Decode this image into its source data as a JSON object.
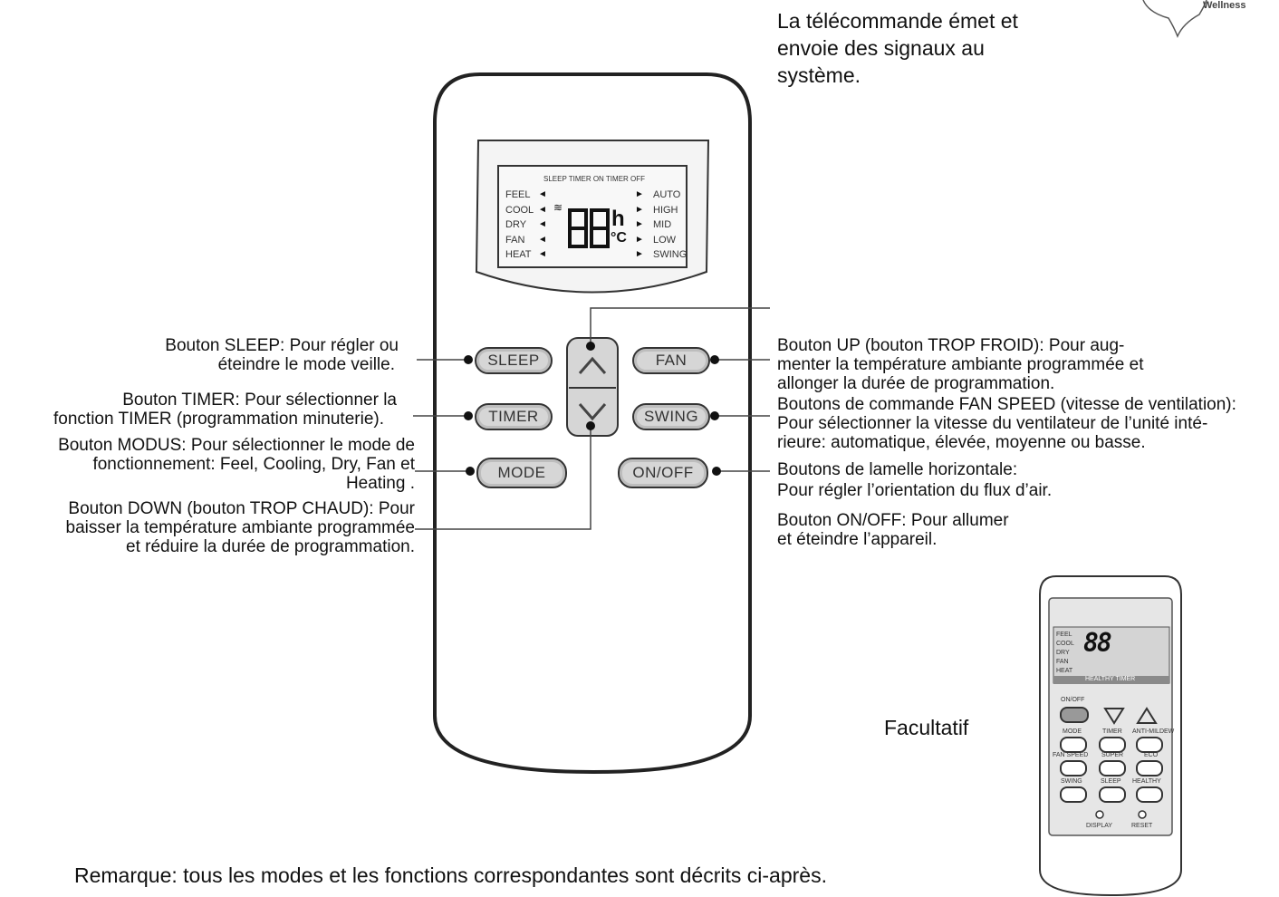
{
  "header": {
    "line1": "La télécommande émet et",
    "line2": "envoie des signaux au",
    "line3": "système.",
    "logo_text": "Wellness"
  },
  "left_labels": {
    "sleep": [
      "Bouton SLEEP: Pour régler ou",
      "éteindre le mode veille."
    ],
    "timer": [
      "Bouton TIMER: Pour sélectionner la",
      "fonction TIMER (programmation minuterie)."
    ],
    "mode": [
      "Bouton MODUS: Pour sélectionner le mode de",
      "fonctionnement: Feel, Cooling, Dry, Fan et",
      "Heating ."
    ],
    "down": [
      "Bouton DOWN (bouton TROP CHAUD): Pour",
      "baisser la température ambiante programmée",
      "et réduire la durée de programmation."
    ]
  },
  "right_labels": {
    "up": [
      "Bouton UP (bouton TROP FROID): Pour aug-",
      "menter la température ambiante programmée et",
      "allonger la durée de programmation."
    ],
    "fan": [
      "Boutons de commande FAN SPEED (vitesse de ventilation):",
      "Pour sélectionner la vitesse du ventilateur de l’unité inté-",
      "rieure: automatique, élevée, moyenne ou basse."
    ],
    "swing": [
      "Boutons de lamelle horizontale:",
      "Pour régler l’orientation du flux d’air."
    ],
    "onoff": [
      "Bouton ON/OFF: Pour allumer",
      "et éteindre l’appareil."
    ]
  },
  "remote": {
    "buttons": {
      "sleep": "SLEEP",
      "timer": "TIMER",
      "mode": "MODE",
      "fan": "FAN",
      "swing": "SWING",
      "onoff": "ON/OFF"
    },
    "lcd": {
      "top": "SLEEP  TIMER ON  TIMER OFF",
      "left": [
        "FEEL",
        "COOL",
        "DRY",
        "FAN",
        "HEAT"
      ],
      "right": [
        "AUTO",
        "HIGH",
        "MID",
        "LOW",
        "SWING"
      ],
      "digits": "88",
      "unit_h": "h",
      "unit_c": "°C"
    }
  },
  "optional": {
    "label": "Facultatif",
    "lcd_left": [
      "FEEL",
      "COOL",
      "DRY",
      "FAN",
      "HEAT"
    ],
    "lcd_digits": "88",
    "lcd_bottom": "HEALTHY  TIMER",
    "onoff": "ON/OFF",
    "rows": [
      [
        "MODE",
        "TIMER",
        "ANTI-MILDEW"
      ],
      [
        "FAN SPEED",
        "SUPER",
        "ECO"
      ],
      [
        "SWING",
        "SLEEP",
        "HEALTHY"
      ]
    ],
    "display": "DISPLAY",
    "reset": "RESET"
  },
  "note": "Remarque: tous les modes et les fonctions correspondantes sont décrits ci-après."
}
